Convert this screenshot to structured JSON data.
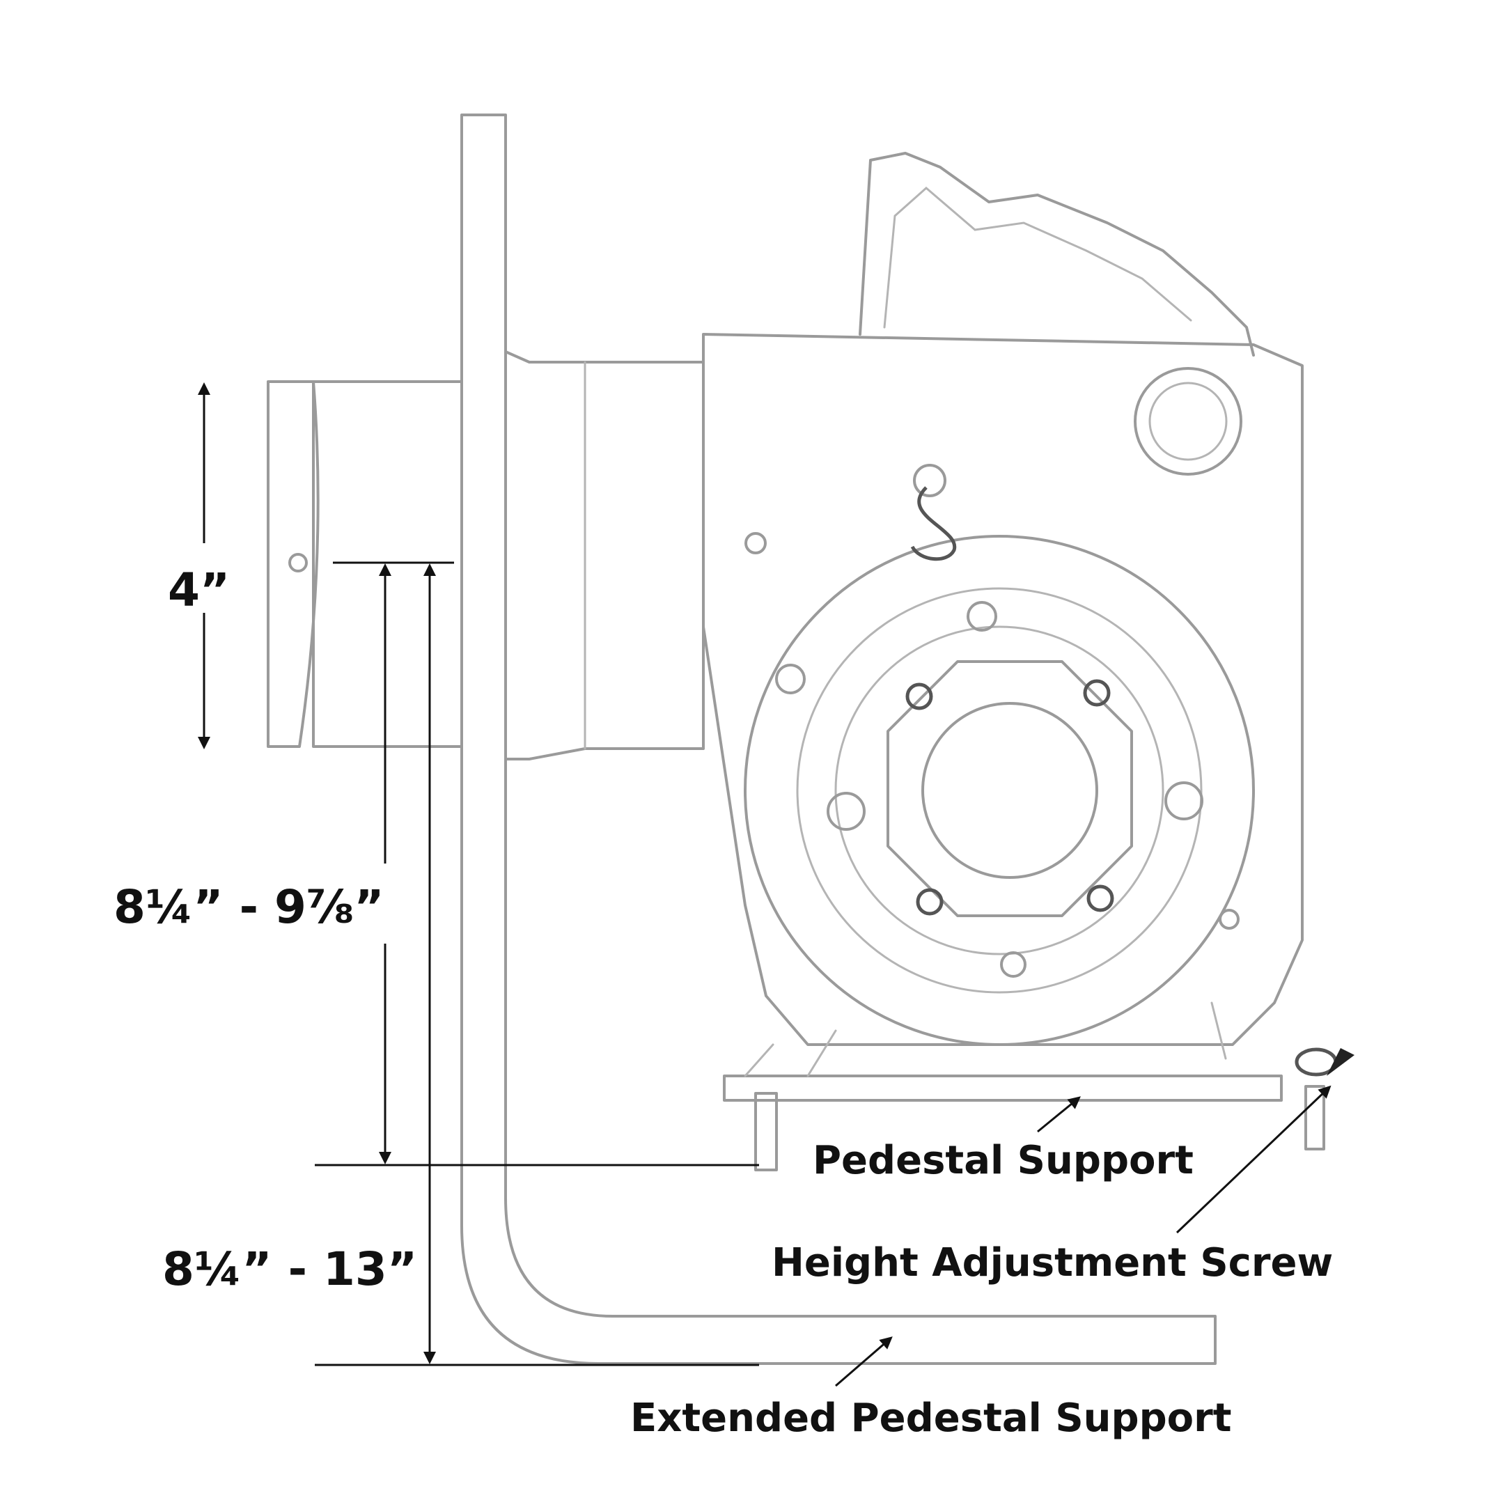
{
  "diagram": {
    "dimensions": {
      "flange_height": "4”",
      "pedestal_height": "8¼” - 9⅞”",
      "extended_pedestal_height": "8¼” - 13”"
    },
    "callouts": {
      "pedestal_support": "Pedestal Support",
      "height_adjustment_screw": "Height Adjustment Screw",
      "extended_pedestal_support": "Extended Pedestal Support"
    }
  }
}
